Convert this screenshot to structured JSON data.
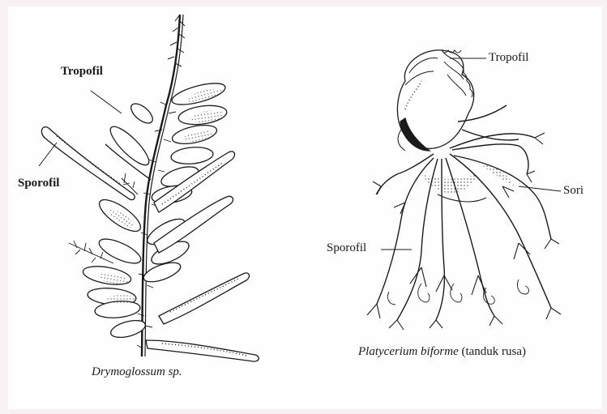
{
  "left_figure": {
    "caption_italic": "Drymoglossum sp.",
    "label_tropofil": "Tropofil",
    "label_sporofil": "Sporofil"
  },
  "right_figure": {
    "caption_italic": "Platycerium biforme",
    "caption_plain": " (tanduk rusa)",
    "label_tropofil": "Tropofil",
    "label_sori": "Sori",
    "label_sporofil": "Sporofil"
  }
}
